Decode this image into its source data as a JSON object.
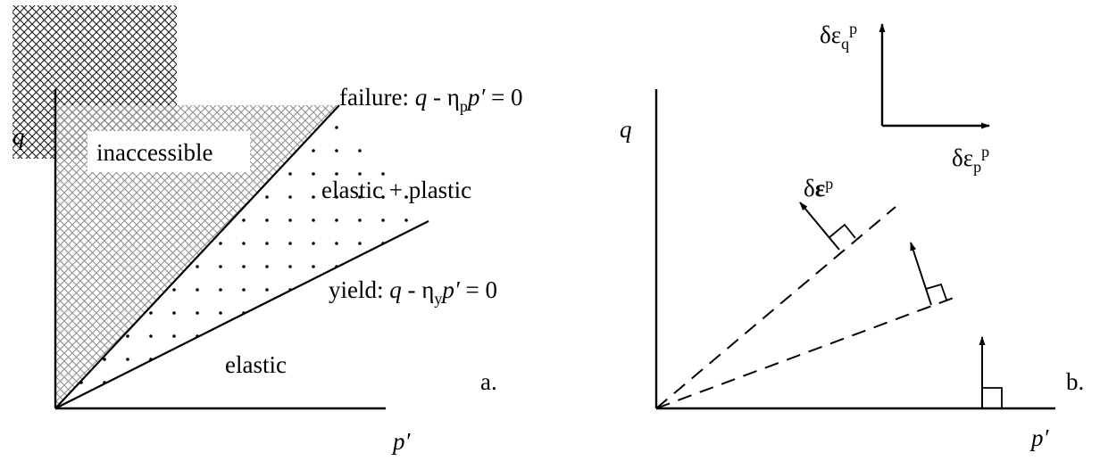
{
  "panel_a": {
    "axis_y_label": "q",
    "axis_x_label": "p′",
    "region_inaccessible": "inaccessible",
    "region_elastic_plastic": "elastic + plastic",
    "region_elastic": "elastic",
    "failure_line": {
      "prefix": "failure: ",
      "q": "q",
      "minus": " - η",
      "sub": "p",
      "p": "p′",
      "eq": " = 0"
    },
    "yield_line": {
      "prefix": "yield: ",
      "q": "q",
      "minus": " - η",
      "sub": "y",
      "p": "p′",
      "eq": " = 0"
    },
    "panel_letter": "a."
  },
  "panel_b": {
    "axis_y_label": "q",
    "axis_x_label": "p′",
    "strain_q": {
      "base": "δε",
      "sub": "q",
      "sup": "p"
    },
    "strain_p": {
      "base": "δε",
      "sub": "p",
      "sup": "p"
    },
    "strain_vec": {
      "delta": "δ",
      "eps": "ε",
      "sup": "p"
    },
    "panel_letter": "b."
  },
  "colors": {
    "ink": "#000000",
    "hatch": "#8c8c8c",
    "hatch_dark": "#1a1a1a",
    "background": "#ffffff"
  }
}
